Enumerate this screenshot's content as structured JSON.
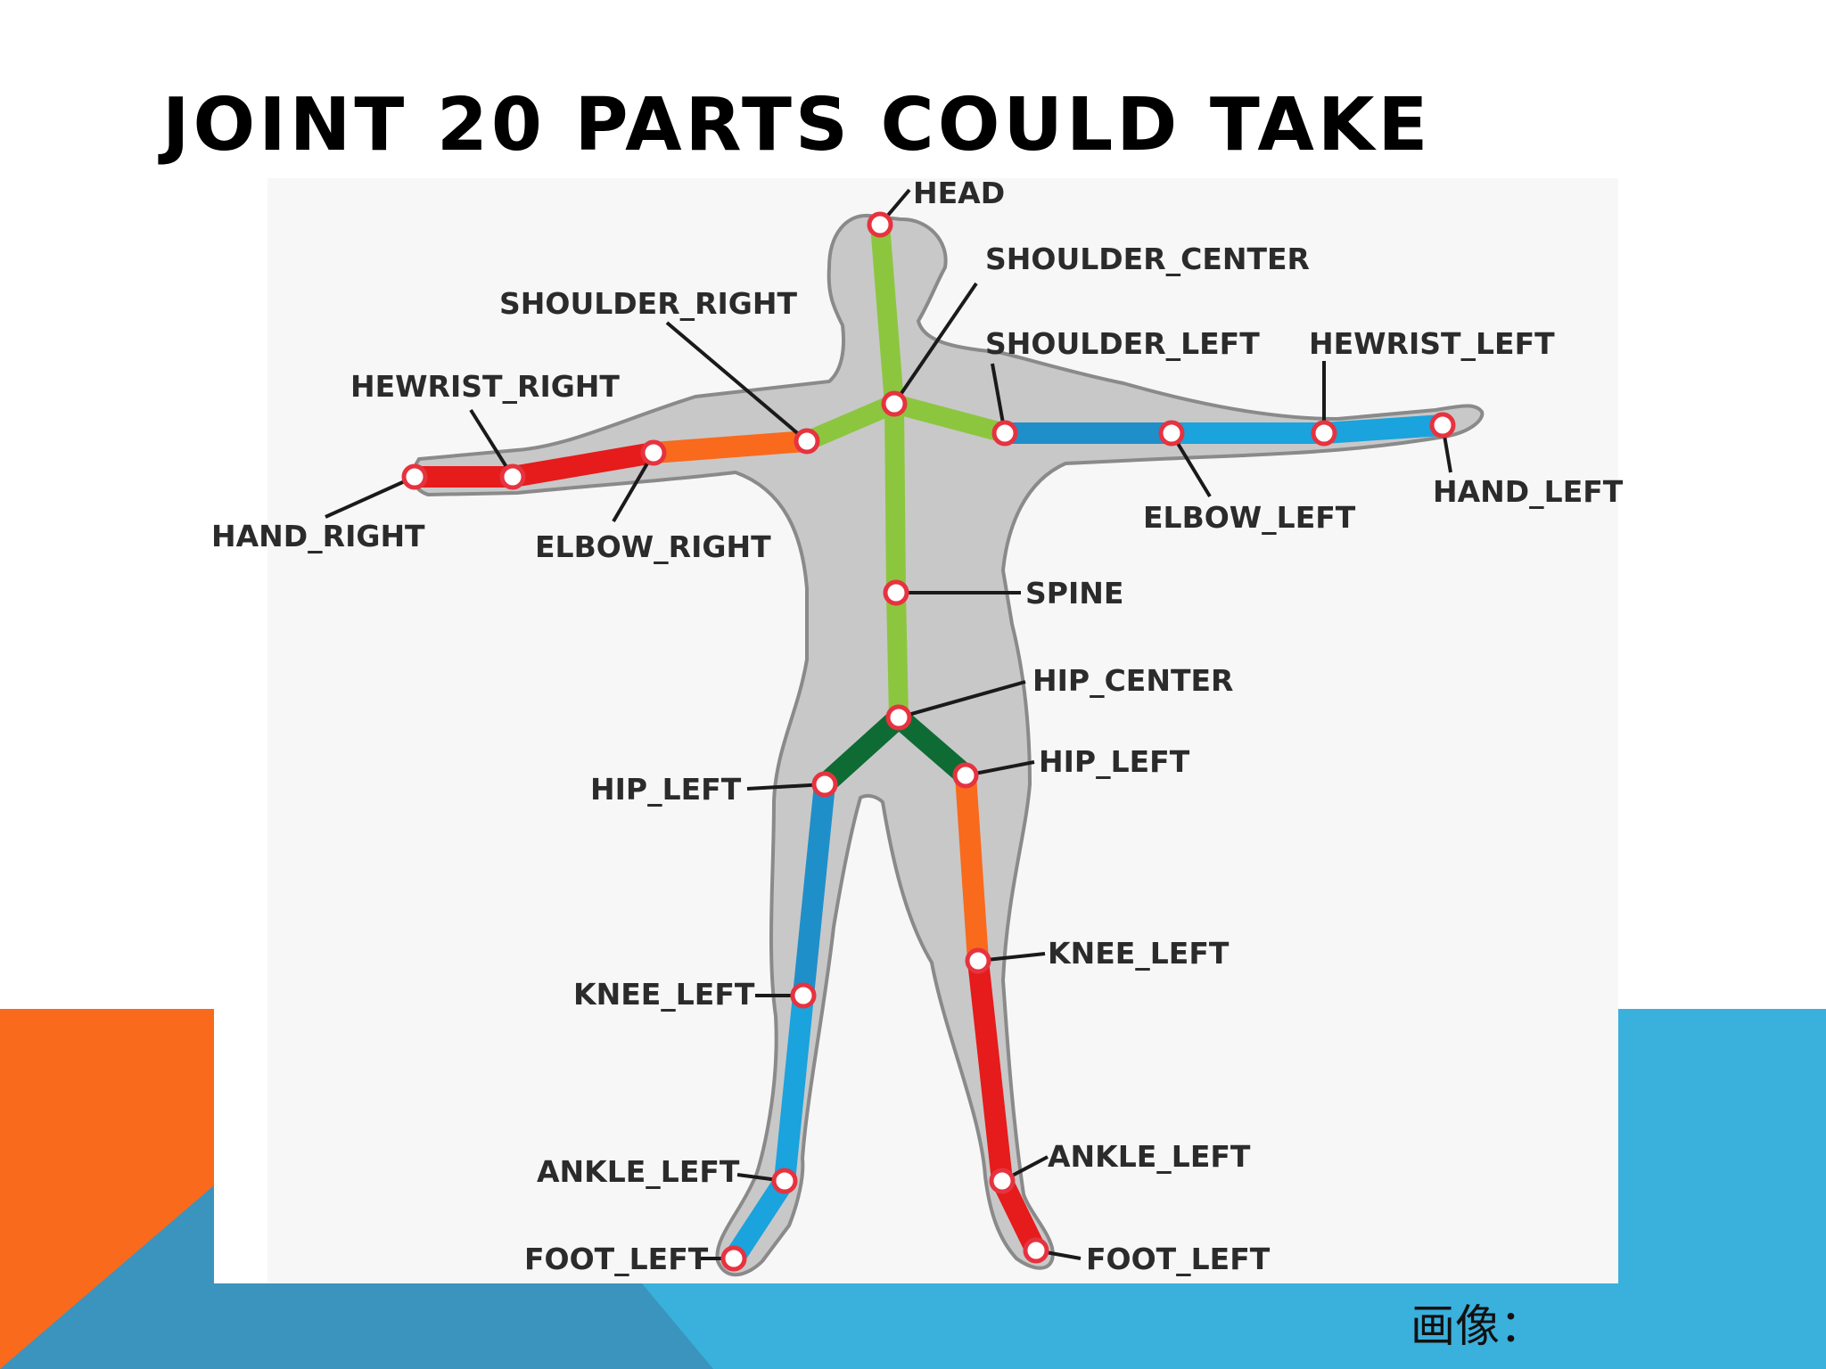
{
  "title": "JOINT 20 PARTS COULD TAKE",
  "caption": "画像：",
  "colors": {
    "orange": "#f96a1d",
    "blue": "#3ab0dc",
    "teal": "#3a94bd",
    "body_fill": "#c8c8c8",
    "body_outline": "#8a8a8a",
    "spine_green": "#8cc63f",
    "hip_green": "#0e6b34",
    "joint_ring": "#e6333f"
  },
  "joints": {
    "head": "HEAD",
    "shoulder_center": "SHOULDER_CENTER",
    "shoulder_right": "SHOULDER_RIGHT",
    "shoulder_left": "SHOULDER_LEFT",
    "wrist_right": "HEWRIST_RIGHT",
    "wrist_left": "HEWRIST_LEFT",
    "hand_right": "HAND_RIGHT",
    "hand_left": "HAND_LEFT",
    "elbow_right": "ELBOW_RIGHT",
    "elbow_left": "ELBOW_LEFT",
    "spine": "SPINE",
    "hip_center": "HIP_CENTER",
    "hip_left_a": "HIP_LEFT",
    "hip_left_b": "HIP_LEFT",
    "knee_left_a": "KNEE_LEFT",
    "knee_left_b": "KNEE_LEFT",
    "ankle_left_a": "ANKLE_LEFT",
    "ankle_left_b": "ANKLE_LEFT",
    "foot_left_a": "FOOT_LEFT",
    "foot_left_b": "FOOT_LEFT"
  }
}
